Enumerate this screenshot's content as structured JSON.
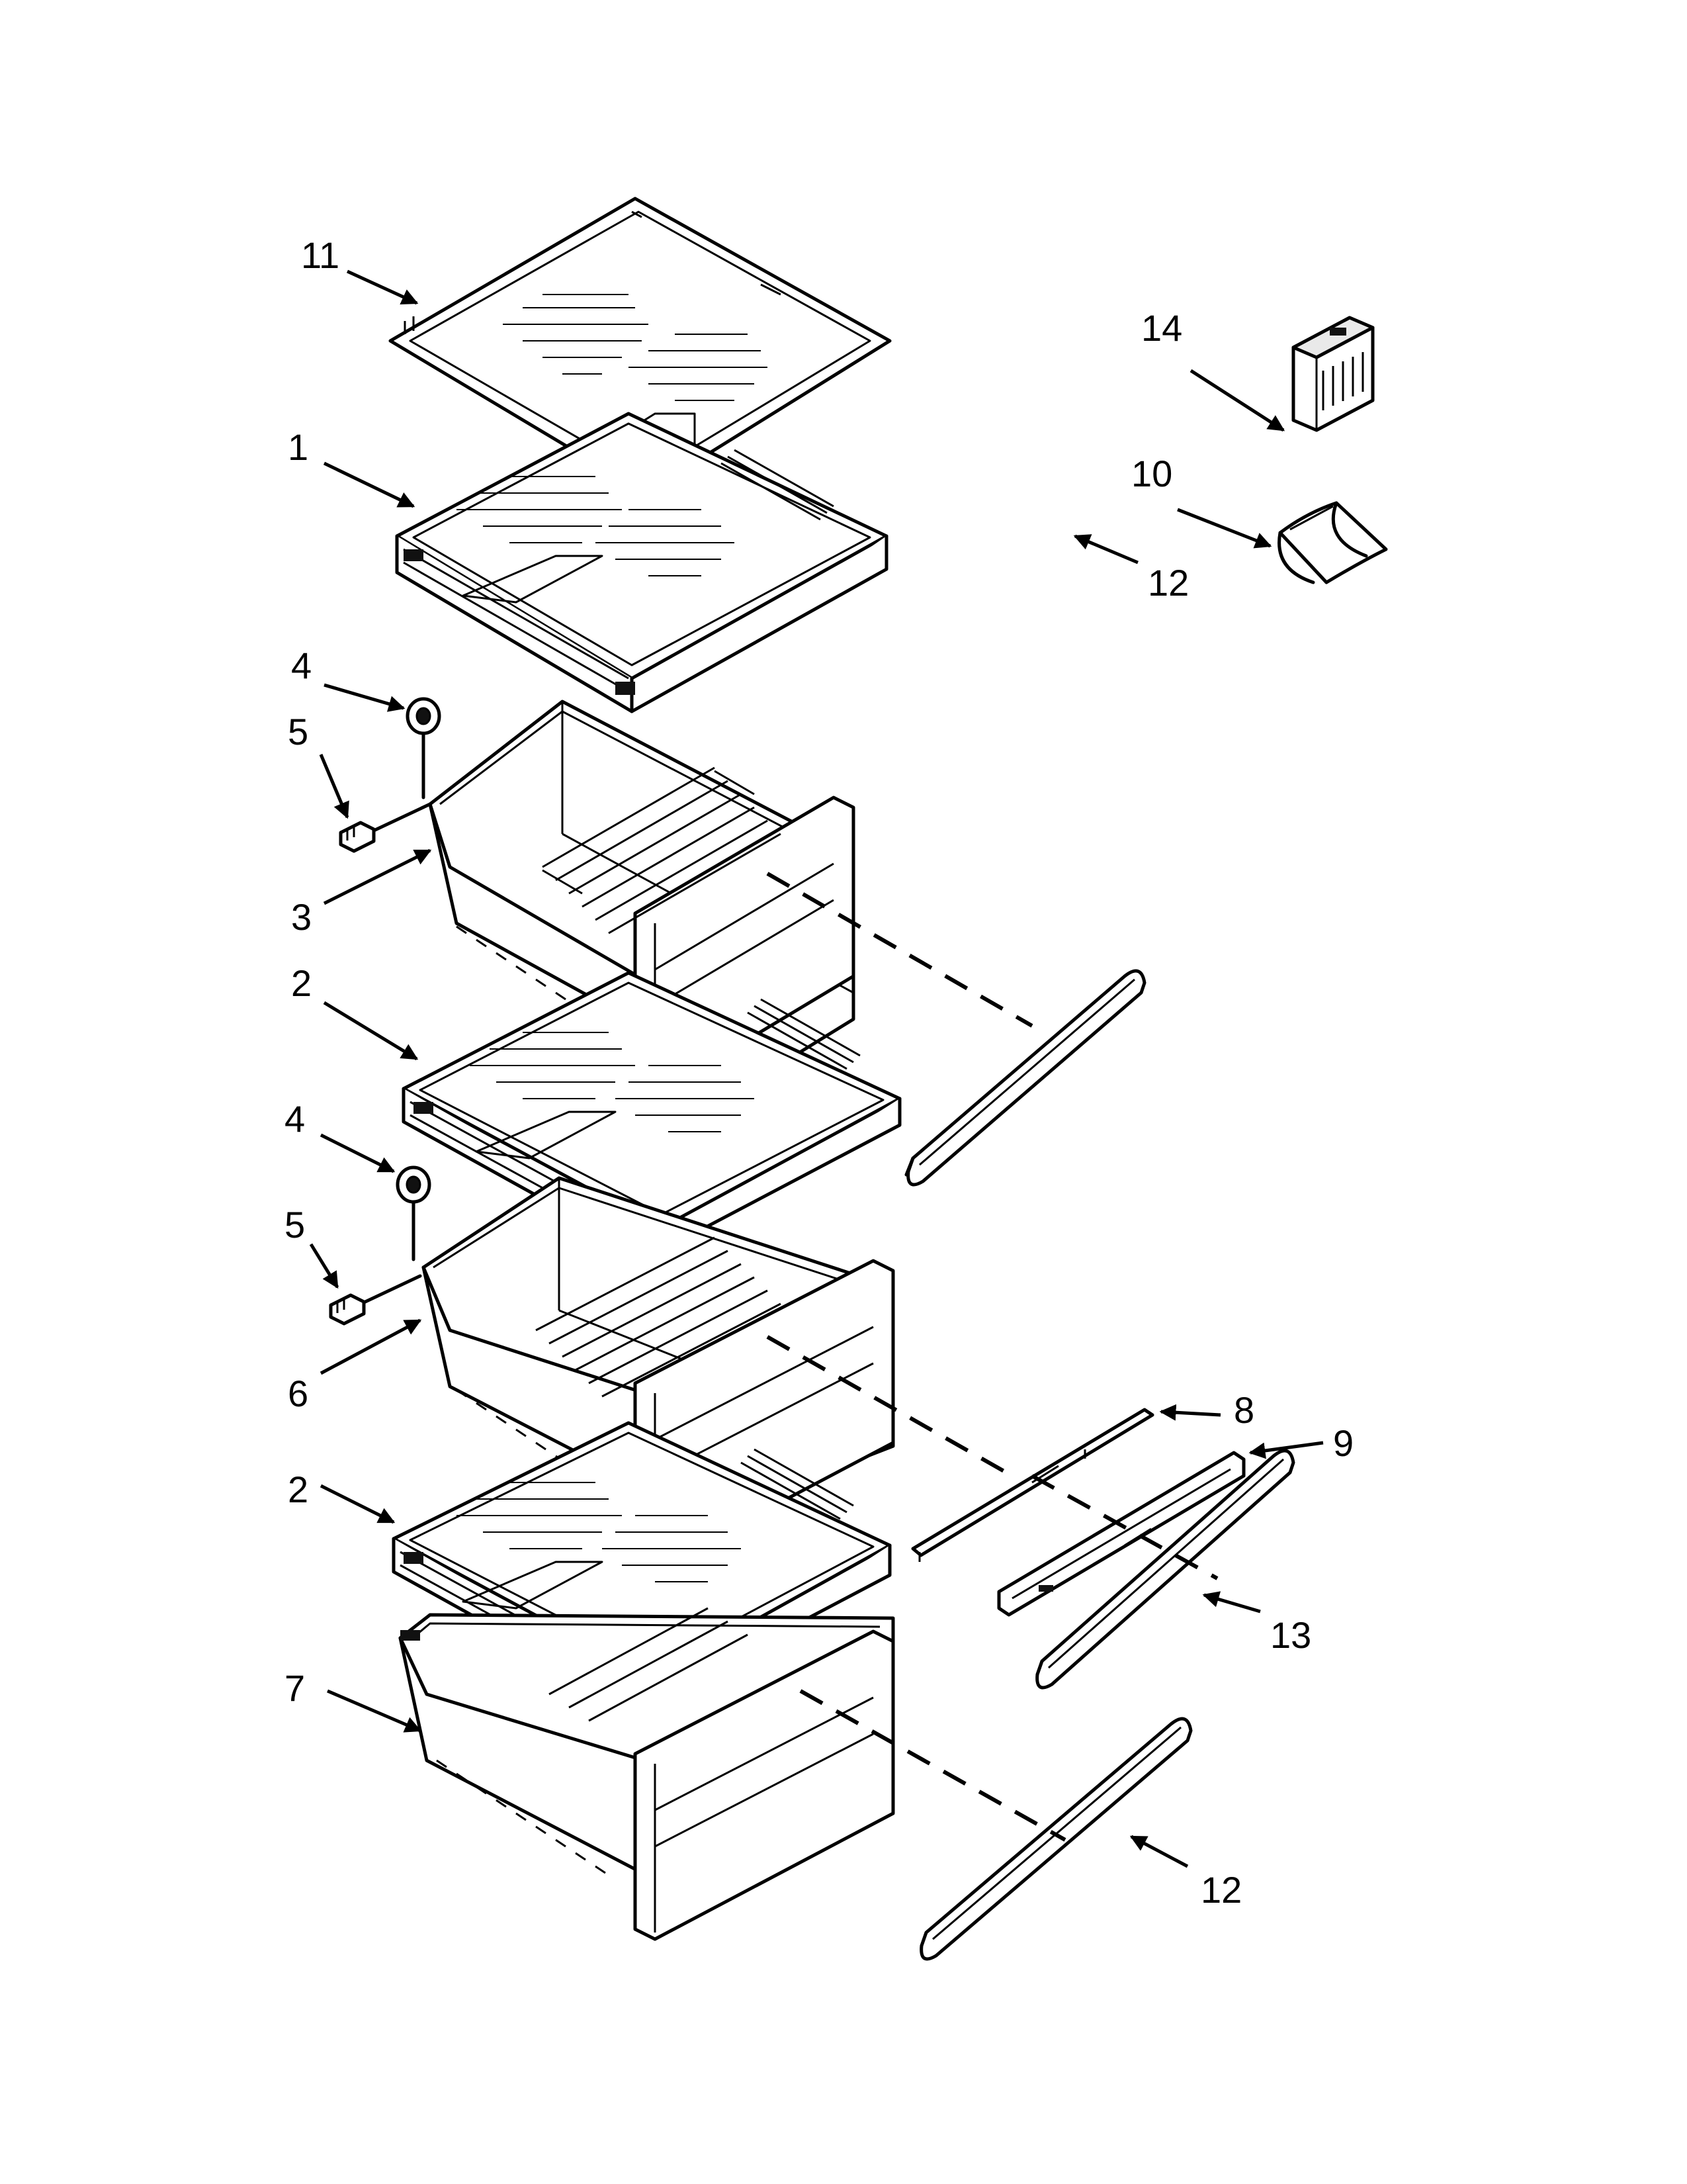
{
  "callouts": {
    "c1": "1",
    "c2a": "2",
    "c2b": "2",
    "c3": "3",
    "c4a": "4",
    "c4b": "4",
    "c5a": "5",
    "c5b": "5",
    "c6": "6",
    "c7": "7",
    "c8": "8",
    "c9": "9",
    "c10": "10",
    "c11": "11",
    "c12a": "12",
    "c12b": "12",
    "c13": "13",
    "c14": "14"
  }
}
